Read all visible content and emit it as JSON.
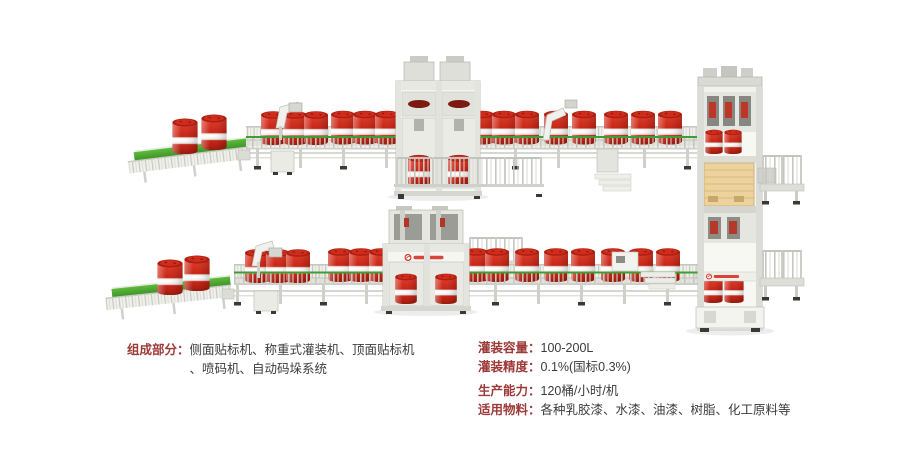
{
  "specs": {
    "left": {
      "label": "组成部分：",
      "lines": [
        "侧面贴标机、称重式灌装机、顶面贴标机",
        "、喷码机、自动码垛系统"
      ]
    },
    "right": [
      {
        "label": "灌装容量：",
        "value": "100-200L"
      },
      {
        "label": "灌装精度：",
        "value": "0.1%(国标0.3%)"
      },
      {
        "label": "生产能力：",
        "value": "120桶/小时/机"
      },
      {
        "label": "适用物料：",
        "value": "各种乳胶漆、水漆、油漆、树脂、化工原料等"
      }
    ]
  },
  "colors": {
    "drum_red": "#c62516",
    "belt_green": "#4aac33",
    "machine_white": "#f5f5f2",
    "pallet_beige": "#ecd39d",
    "logo_red": "#d3261a",
    "label_red": "#9d3a38",
    "text_dark": "#3b3b3b"
  },
  "diagram": {
    "top_line": {
      "drums": [
        [
          185,
          154,
          1.05
        ],
        [
          214,
          150,
          1.05
        ],
        [
          273,
          145
        ],
        [
          295,
          145
        ],
        [
          316,
          145
        ],
        [
          343,
          144.5
        ],
        [
          365,
          144.5
        ],
        [
          387,
          144.5
        ],
        [
          482,
          144.5
        ],
        [
          504,
          144.5
        ],
        [
          527,
          144.5
        ],
        [
          556,
          144.5
        ],
        [
          584,
          144.5
        ],
        [
          616,
          144.5
        ],
        [
          643,
          144.5
        ],
        [
          670,
          144.5
        ]
      ]
    },
    "top_machine_drums": [
      [
        419,
        186,
        0.92
      ],
      [
        459,
        186,
        0.92
      ]
    ],
    "tower_top_drums": [
      [
        714,
        154,
        0.72
      ],
      [
        733,
        154,
        0.72
      ]
    ],
    "tower_bottom_drums": [
      [
        713,
        303,
        0.8
      ],
      [
        734,
        303,
        0.8
      ]
    ],
    "bottom_line": {
      "drums": [
        [
          170,
          295,
          1.05
        ],
        [
          197,
          291,
          1.05
        ],
        [
          257,
          283
        ],
        [
          278,
          283
        ],
        [
          298,
          283
        ],
        [
          340,
          282
        ],
        [
          361,
          282
        ],
        [
          381,
          282
        ],
        [
          476,
          282
        ],
        [
          497,
          282
        ],
        [
          527,
          282
        ],
        [
          556,
          282
        ],
        [
          583,
          282
        ],
        [
          613,
          282
        ],
        [
          641,
          282
        ],
        [
          668,
          282
        ]
      ]
    },
    "bottom_machine_drums": [
      [
        406,
        304,
        0.9
      ],
      [
        446,
        304,
        0.9
      ]
    ]
  }
}
